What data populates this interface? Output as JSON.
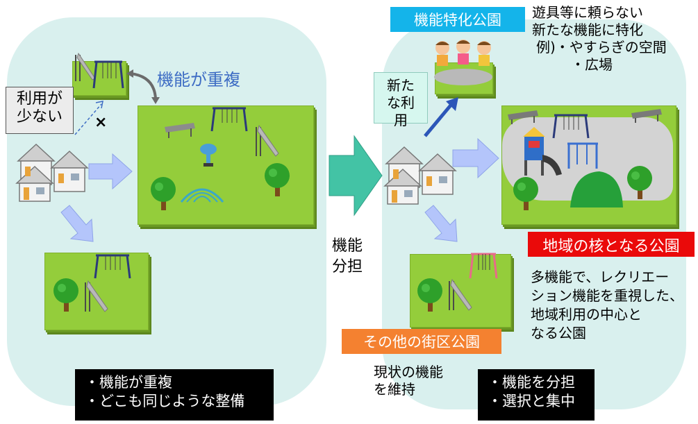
{
  "left_panel": {
    "few_users": "利用が少ない",
    "cross_mark": "×",
    "overlap_label": "機能が重複",
    "summary_lines": [
      "・機能が重複",
      "・どこも同じような整備"
    ]
  },
  "middle": {
    "share_label": "機能分担"
  },
  "right_panel": {
    "special_park": {
      "tag": "機能特化公園",
      "desc_lines": [
        "遊具等に頼らない",
        "新たな機能に特化",
        "例)・やすらぎの空間",
        "・広場"
      ]
    },
    "new_use": "新たな利用",
    "core_park": {
      "tag": "地域の核となる公園",
      "desc_lines": [
        "多機能で、レクリエー",
        "ション機能を重視した、",
        "地域利用の中心と",
        "なる公園"
      ]
    },
    "other_park": {
      "tag": "その他の街区公園",
      "desc_lines": [
        "現状の機能",
        "を維持"
      ]
    },
    "summary_lines": [
      "・機能を分担",
      "・選択と集中"
    ]
  },
  "colors": {
    "panel_bg": "#d9f0ee",
    "park_green": "#94cd3b",
    "big_arrow": "#43c3a5",
    "blue_arrow": "#b4c5fb",
    "special_tag": "#14b4ea",
    "core_tag": "#ea0a0a",
    "other_tag": "#f48130"
  }
}
